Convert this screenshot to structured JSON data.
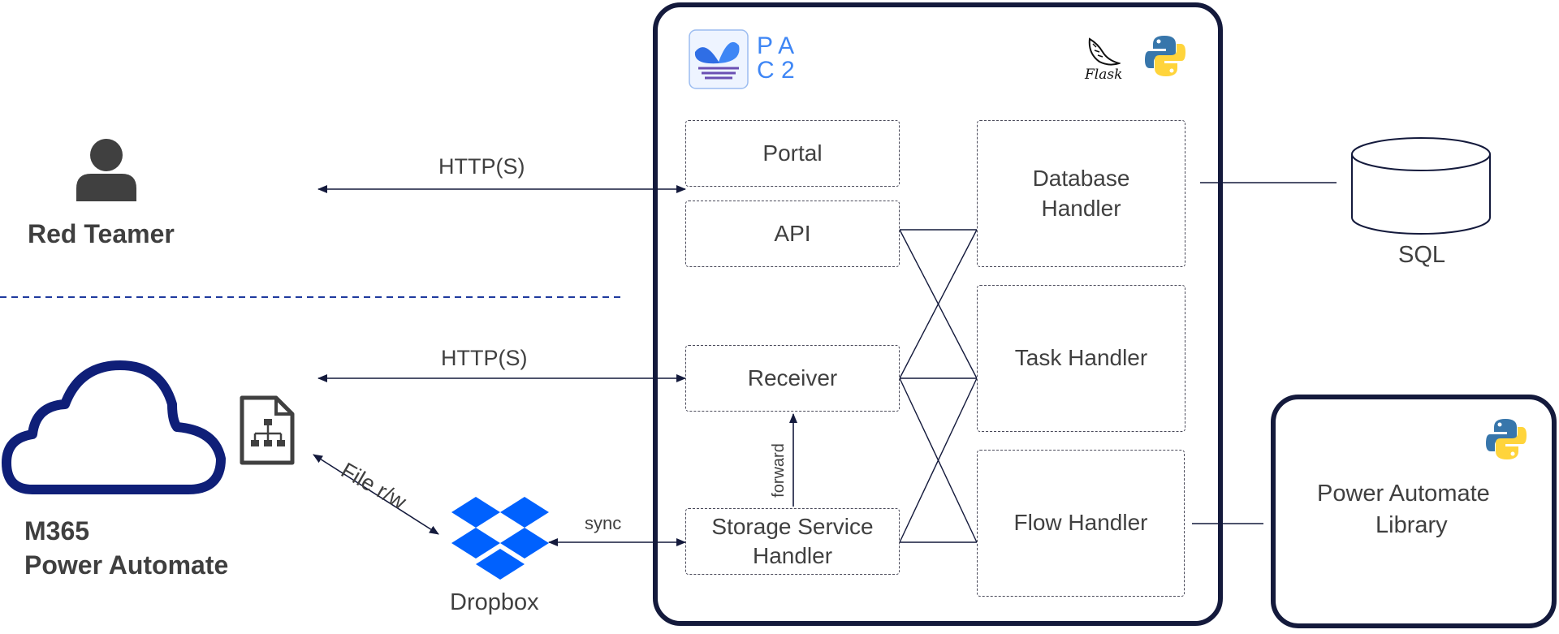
{
  "actors": {
    "red_teamer": "Red Teamer",
    "m365_line1": "M365",
    "m365_line2": "Power Automate"
  },
  "links": {
    "http_top": "HTTP(S)",
    "http_bottom": "HTTP(S)",
    "file_rw": "File r/w",
    "sync": "sync",
    "forward": "forward"
  },
  "dropbox": {
    "label": "Dropbox"
  },
  "pac2": {
    "logo_text": "PAC2",
    "logo_line1": "P A",
    "logo_line2": "C 2"
  },
  "flask": {
    "label": "Flask"
  },
  "components": {
    "portal": "Portal",
    "api": "API",
    "receiver": "Receiver",
    "storage_line1": "Storage Service",
    "storage_line2": "Handler",
    "db_line1": "Database",
    "db_line2": "Handler",
    "task": "Task Handler",
    "flow": "Flow Handler"
  },
  "sql": {
    "label": "SQL"
  },
  "library": {
    "line1": "Power Automate",
    "line2": "Library"
  },
  "colors": {
    "navy": "#141a3c",
    "cloud": "#0f1f78",
    "dropbox": "#0061fe",
    "separator": "#1f3a9e",
    "python_blue": "#3776ab",
    "python_yellow": "#ffd43b",
    "text": "#404040"
  }
}
